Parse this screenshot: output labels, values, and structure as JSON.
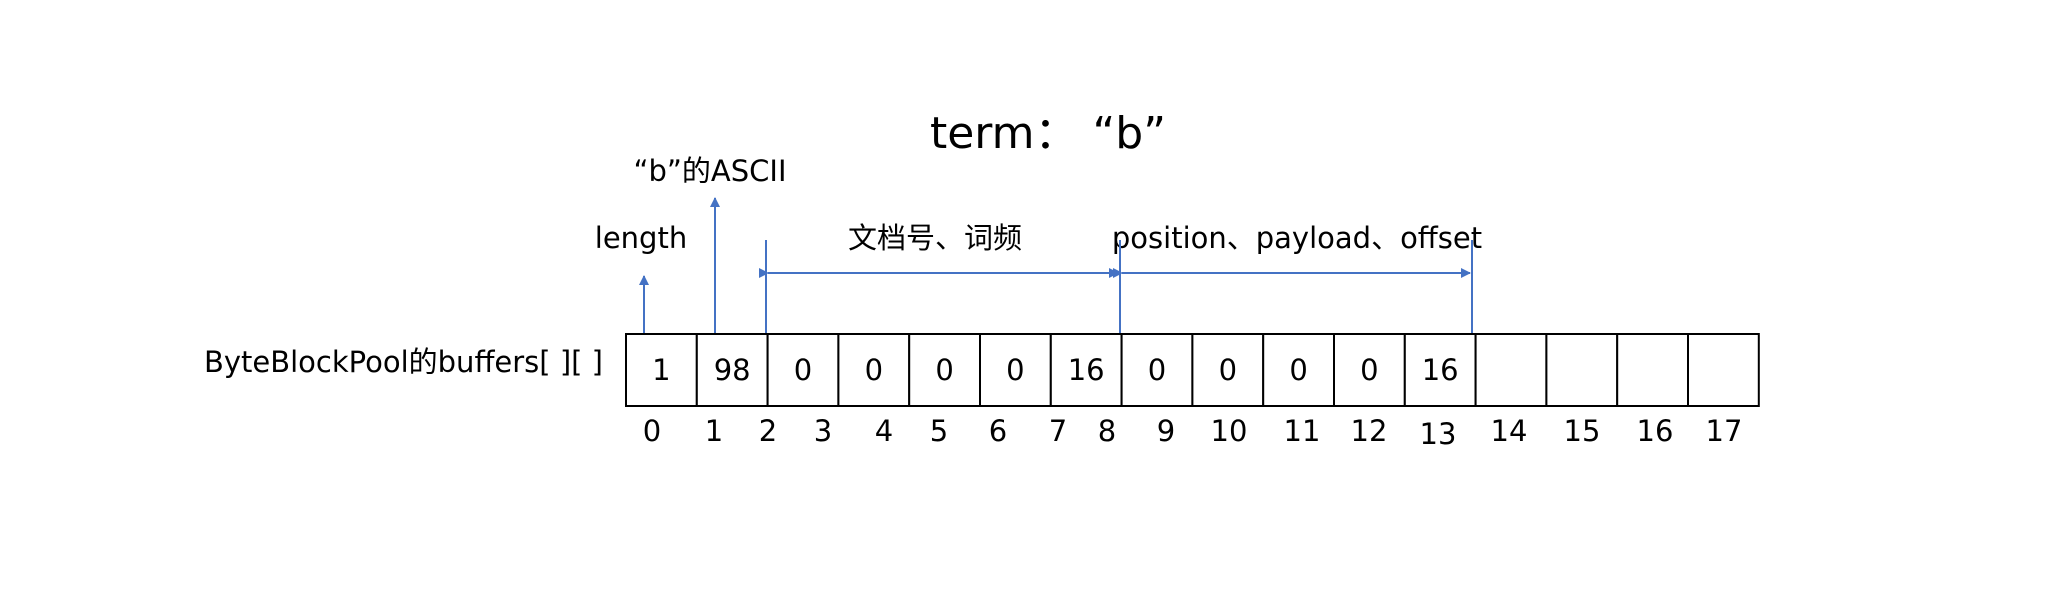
{
  "title": "term： “b”",
  "row_label": "ByteBlockPool的buffers[ ][ ]",
  "annotations": {
    "ascii": "“b”的ASCII",
    "length": "length",
    "doc_freq": "文档号、词频",
    "pos_payload_offset": "position、payload、offset"
  },
  "cells": [
    "1",
    "98",
    "0",
    "0",
    "0",
    "0",
    "16",
    "0",
    "0",
    "0",
    "0",
    "16",
    "",
    "",
    "",
    ""
  ],
  "indices": [
    "0",
    "1",
    "2",
    "3",
    "4",
    "5",
    "6",
    "7",
    "8",
    "9",
    "10",
    "11",
    "12",
    "13",
    "14",
    "15",
    "16",
    "17"
  ],
  "colors": {
    "arrow": "#4472C4",
    "cell_border": "#000000",
    "text": "#000000"
  }
}
